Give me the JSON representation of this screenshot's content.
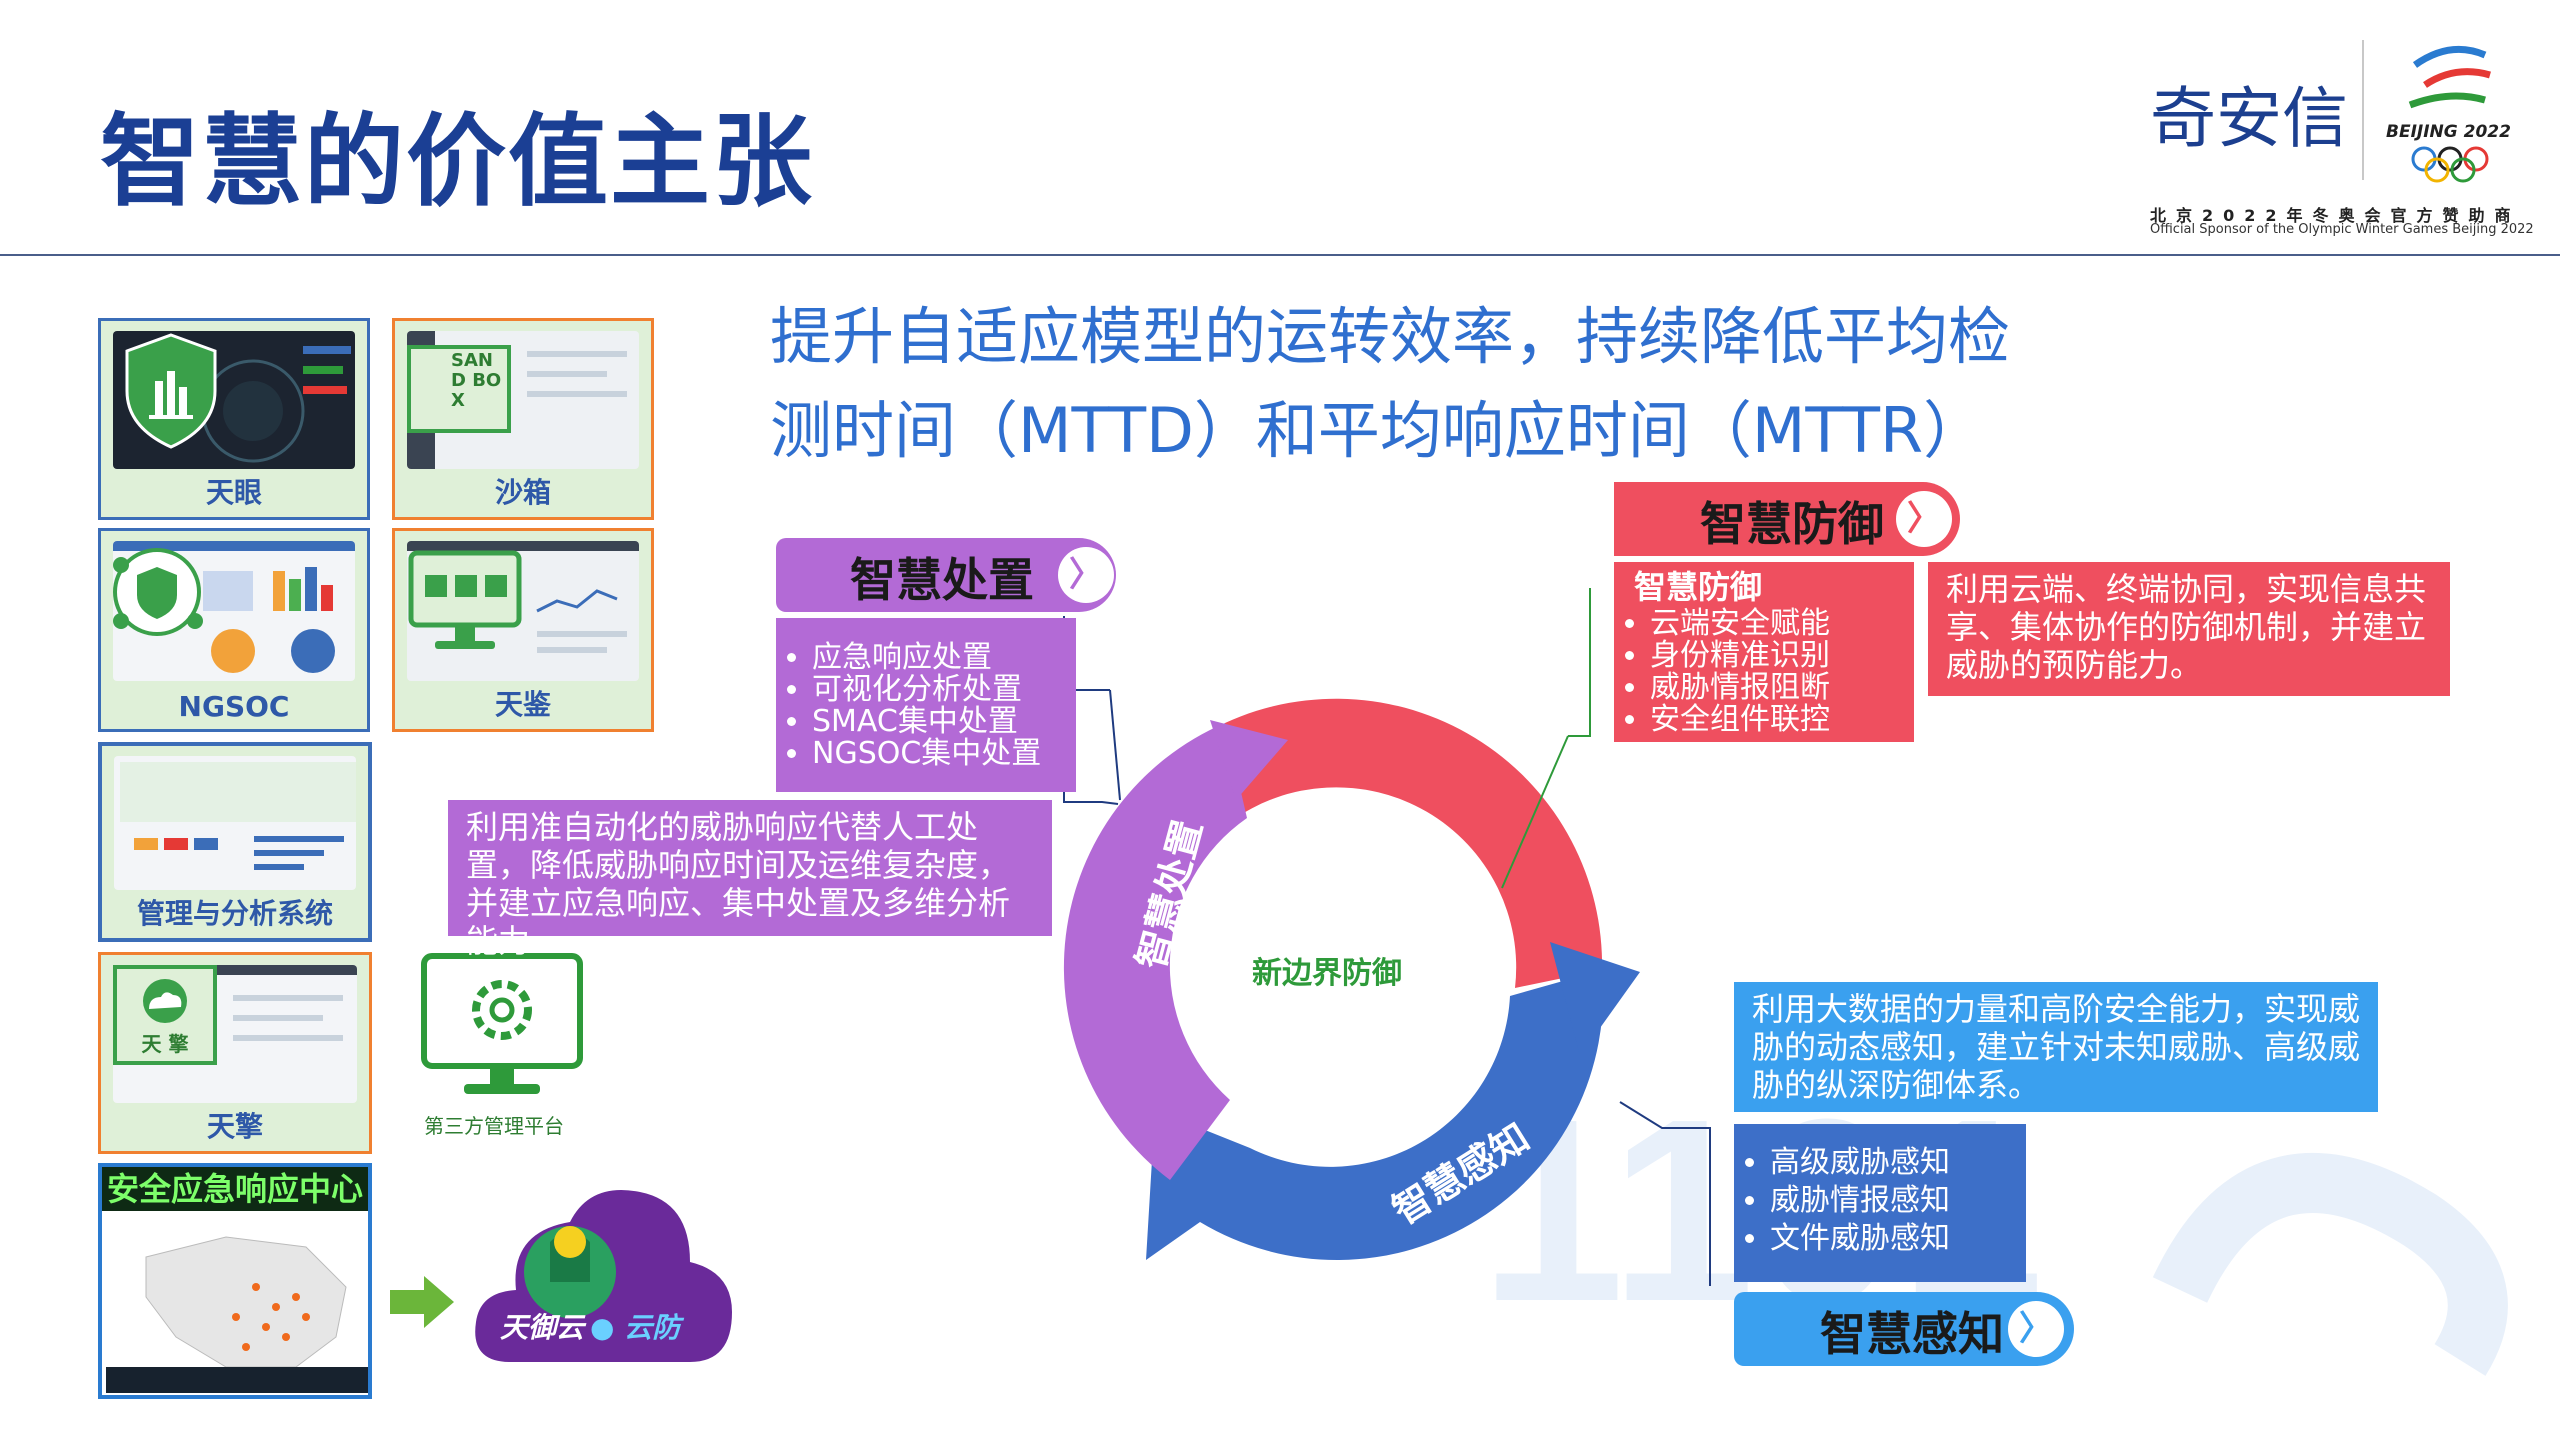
{
  "title": "智慧的价值主张",
  "brand": {
    "company": "奇安信",
    "event_mark": "BEIJING 2022",
    "sponsor_cn": "北京2022年冬奥会官方赞助商",
    "sponsor_en": "Official Sponsor of the Olympic Winter Games Beijing 2022"
  },
  "subtitle_line1": "提升自适应模型的运转效率，持续降低平均检",
  "subtitle_line2": "测时间（MTTD）和平均响应时间（MTTR）",
  "products": {
    "tianyan": "天眼",
    "shaxiang": "沙箱",
    "sandbox_badge": "SAND BOX",
    "ngsoc": "NGSOC",
    "tianjian": "天鉴",
    "mgmt": "管理与分析系统",
    "tianqing": "天擎",
    "tianqing_badge": "天 擎",
    "emergency": "安全应急响应中心",
    "third_party": "第三方管理平台",
    "cloud_name": "天御云",
    "cloud_sub": "云防"
  },
  "cycle": {
    "center": "新边界防御",
    "defense": "智慧防御",
    "disposal": "智慧处置",
    "perception": "智慧感知"
  },
  "disposal_block": {
    "header": "智慧处置",
    "items": [
      "应急响应处置",
      "可视化分析处置",
      "SMAC集中处置",
      "NGSOC集中处置"
    ],
    "desc": "利用准自动化的威胁响应代替人工处置，降低威胁响应时间及运维复杂度，并建立应急响应、集中处置及多维分析能力"
  },
  "defense_block": {
    "header": "智慧防御",
    "sub_header": "智慧防御",
    "items": [
      "云端安全赋能",
      "身份精准识别",
      "威胁情报阻断",
      "安全组件联控"
    ],
    "desc": "利用云端、终端协同，实现信息共享、集体协作的防御机制，并建立威胁的预防能力。"
  },
  "perception_block": {
    "header": "智慧感知",
    "items": [
      "高级威胁感知",
      "威胁情报感知",
      "文件威胁感知"
    ],
    "desc": "利用大数据的力量和高阶安全能力，实现威胁的动态感知，建立针对未知威胁、高级威胁的纵深防御体系。"
  },
  "chevron": "〉",
  "colors": {
    "title": "#1b3f94",
    "subtitle": "#2f6fcf",
    "defense": "#ef4f5f",
    "disposal": "#b36ad6",
    "perception": "#3d6fc8",
    "perception_light": "#3aa0ef",
    "center_text": "#2e9a3a"
  }
}
